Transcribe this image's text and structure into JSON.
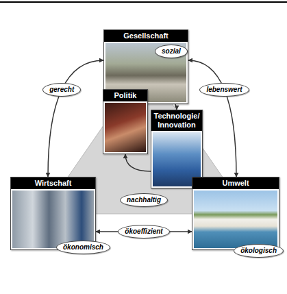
{
  "diagram": {
    "nodes": [
      {
        "text": [
          "Gesellschaft"
        ]
      },
      {
        "text": [
          "sozial"
        ],
        "in": 0
      },
      {
        "text": [
          "Politik"
        ]
      },
      {
        "text": [
          "Technologie/ Innovation"
        ]
      },
      {
        "text": [
          "nachhaltig"
        ]
      },
      {
        "text": [
          "Wirtschaft"
        ]
      },
      {
        "text": [
          "ökonomisch"
        ],
        "in": 5
      },
      {
        "text": [
          "Umwelt"
        ]
      },
      {
        "text": [
          "ökologisch"
        ],
        "in": 7
      }
    ],
    "edges": [
      {
        "from": 0,
        "to": 5,
        "label": "gerecht",
        "arrow": "both"
      },
      {
        "from": 0,
        "to": 7,
        "label": "lebenswert",
        "arrow": "both"
      },
      {
        "from": 5,
        "to": 7,
        "label": "ökoeffizient",
        "arrow": "both"
      },
      {
        "from": 2,
        "to": 3,
        "arrow": "to"
      },
      {
        "from": 3,
        "to": 2,
        "arrow": "to"
      }
    ]
  }
}
